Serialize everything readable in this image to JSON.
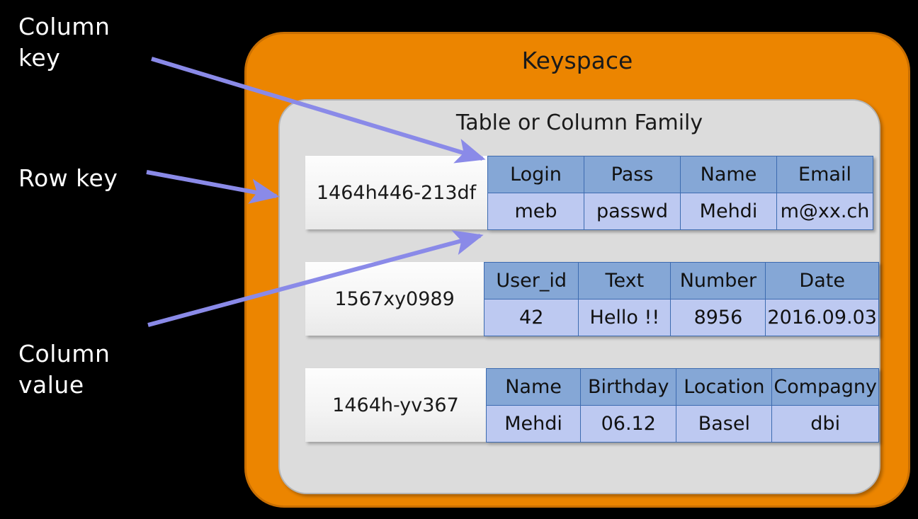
{
  "annotations": [
    {
      "id": "column-key",
      "label": "Column\nkey"
    },
    {
      "id": "row-key",
      "label": "Row key"
    },
    {
      "id": "column-value",
      "label": "Column\nvalue"
    }
  ],
  "keyspace": {
    "title": "Keyspace",
    "color": "#ec8500",
    "border_color": "#c96f02",
    "column_family": {
      "title": "Table or Column Family",
      "color": "#dcdcdc",
      "border_color": "#b4b4b4"
    }
  },
  "colors": {
    "background": "#000000",
    "annotation_text": "#ffffff",
    "arrow": "#8a8ae8",
    "header_cell": "#85a7d6",
    "value_cell": "#bdc9f1",
    "cell_border": "#3d6bb0",
    "row_key_cell": "#f4f4f4"
  },
  "rows": [
    {
      "row_key": "1464h446-213df",
      "headers": [
        "Login",
        "Pass",
        "Name",
        "Email"
      ],
      "values": [
        "meb",
        "passwd",
        "Mehdi",
        "m@xx.ch"
      ]
    },
    {
      "row_key": "1567xy0989",
      "headers": [
        "User_id",
        "Text",
        "Number",
        "Date"
      ],
      "values": [
        "42",
        "Hello !!",
        "8956",
        "2016.09.03"
      ]
    },
    {
      "row_key": "1464h-yv367",
      "headers": [
        "Name",
        "Birthday",
        "Location",
        "Compagny"
      ],
      "values": [
        "Mehdi",
        "06.12",
        "Basel",
        "dbi"
      ]
    }
  ],
  "arrows": [
    {
      "name": "arrow-column-key",
      "from_label": "Column key",
      "to": "Login header cell"
    },
    {
      "name": "arrow-row-key",
      "from_label": "Row key",
      "to": "1464h446-213df row key cell"
    },
    {
      "name": "arrow-column-value",
      "from_label": "Column value",
      "to": "meb value cell"
    }
  ]
}
